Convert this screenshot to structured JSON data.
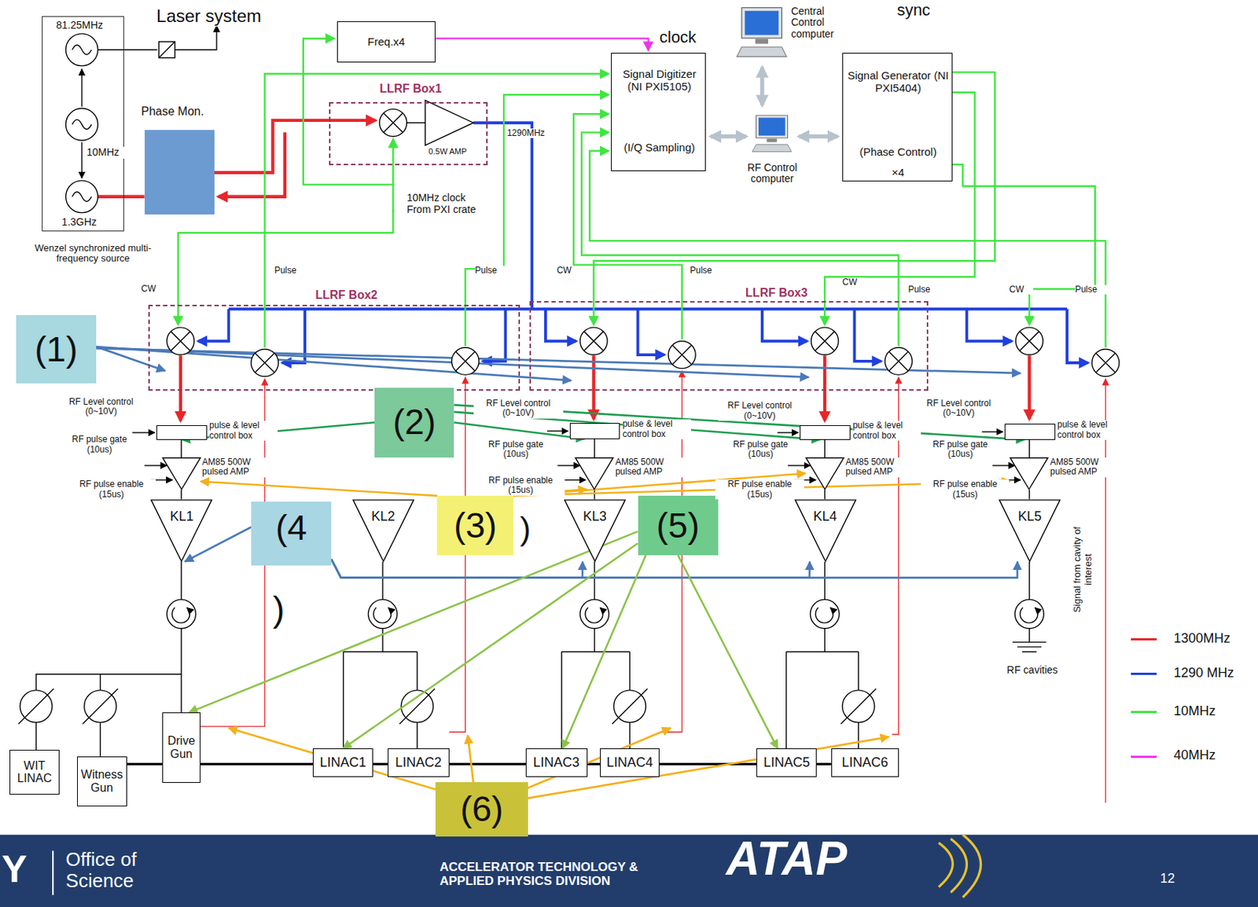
{
  "diagram": {
    "nodes": [
      {
        "text": [
          "Wenzel synchronized multi-frequency source"
        ]
      },
      {
        "text": [
          "Phase Mon."
        ]
      },
      {
        "text": [
          "Freq.x4"
        ]
      },
      {
        "text": [
          "LLRF Box1"
        ]
      },
      {
        "text": [
          "Signal Digitizer (NI PXI5105)",
          "(I/Q Sampling)"
        ]
      },
      {
        "text": [
          "Central Control computer"
        ]
      },
      {
        "text": [
          "RF Control computer"
        ]
      },
      {
        "text": [
          "Signal Generator (NI PXI5404)",
          "(Phase Control)",
          "×4"
        ]
      },
      {
        "text": [
          "LLRF Box2"
        ]
      },
      {
        "text": [
          "LLRF Box3"
        ]
      },
      {
        "text": [
          "pulse & level control box"
        ]
      },
      {
        "text": [
          "pulse & level control box"
        ]
      },
      {
        "text": [
          "pulse & level control box"
        ]
      },
      {
        "text": [
          "pulse & level control box"
        ]
      },
      {
        "text": [
          "AM85 500W pulsed AMP"
        ]
      },
      {
        "text": [
          "AM85 500W pulsed AMP"
        ]
      },
      {
        "text": [
          "AM85 500W pulsed AMP"
        ]
      },
      {
        "text": [
          "AM85 500W pulsed AMP"
        ]
      },
      {
        "text": [
          "KL1"
        ]
      },
      {
        "text": [
          "KL2"
        ]
      },
      {
        "text": [
          "KL3"
        ]
      },
      {
        "text": [
          "KL4"
        ]
      },
      {
        "text": [
          "KL5"
        ]
      },
      {
        "text": [
          "WIT LINAC"
        ]
      },
      {
        "text": [
          "Witness Gun"
        ]
      },
      {
        "text": [
          "Drive Gun"
        ]
      },
      {
        "text": [
          "LINAC1"
        ]
      },
      {
        "text": [
          "LINAC2"
        ]
      },
      {
        "text": [
          "LINAC3"
        ]
      },
      {
        "text": [
          "LINAC4"
        ]
      },
      {
        "text": [
          "LINAC5"
        ]
      },
      {
        "text": [
          "LINAC6"
        ]
      },
      {
        "text": [
          "(1)"
        ]
      },
      {
        "text": [
          "(2)"
        ]
      },
      {
        "text": [
          "(3)"
        ]
      },
      {
        "text": [
          "(4",
          ")"
        ]
      },
      {
        "text": [
          "(5)"
        ]
      },
      {
        "text": [
          "(6)"
        ]
      }
    ],
    "edges": [
      {
        "from": 33,
        "to": 10,
        "arrow": "to"
      },
      {
        "from": 33,
        "to": 11,
        "arrow": "to"
      },
      {
        "from": 33,
        "to": 12,
        "arrow": "to"
      },
      {
        "from": 33,
        "to": 13,
        "arrow": "to"
      },
      {
        "from": 34,
        "to": 14,
        "arrow": "to"
      },
      {
        "from": 34,
        "to": 15,
        "arrow": "to"
      },
      {
        "from": 34,
        "to": 16,
        "arrow": "to"
      },
      {
        "from": 34,
        "to": 17,
        "arrow": "to"
      },
      {
        "from": 35,
        "to": 18,
        "arrow": "to"
      },
      {
        "from": 35,
        "to": 20,
        "arrow": "to"
      },
      {
        "from": 35,
        "to": 21,
        "arrow": "to"
      },
      {
        "from": 35,
        "to": 22,
        "arrow": "to"
      },
      {
        "from": 36,
        "to": 25,
        "arrow": "to"
      },
      {
        "from": 36,
        "to": 26,
        "arrow": "to"
      },
      {
        "from": 36,
        "to": 28,
        "arrow": "to"
      },
      {
        "from": 36,
        "to": 30,
        "arrow": "to"
      }
    ],
    "labels": [
      "Laser system",
      "clock",
      "sync",
      "81.25MHz",
      "10MHz",
      "1.3GHz",
      "0.5W AMP",
      "1290MHz",
      "10MHz clock From PXI crate",
      "CW",
      "Pulse",
      "Pulse",
      "CW",
      "Pulse",
      "CW",
      "Pulse",
      "CW",
      "Pulse",
      "RF Level control (0~10V)",
      "RF pulse gate (10us)",
      "RF pulse enable (15us)",
      "RF Level control (0~10V)",
      "RF pulse gate (10us)",
      "RF pulse enable (15us)",
      "RF Level control (0~10V)",
      "RF pulse gate (10us)",
      "RF pulse enable (15us)",
      "RF Level control (0~10V)",
      "RF pulse gate (10us)",
      "RF pulse enable (15us)",
      ")",
      "Signal from cavity of interest",
      "RF cavities",
      "Office of Science",
      "ACCELERATOR TECHNOLOGY & APPLIED PHYSICS DIVISION",
      "ATAP",
      "12",
      "Y"
    ],
    "legend": [
      {
        "text": "1300MHz",
        "color": "#e8262a"
      },
      {
        "text": "1290 MHz",
        "color": "#1f3fe0"
      },
      {
        "text": "10MHz",
        "color": "#3ee63e"
      },
      {
        "text": "40MHz",
        "color": "#ee33ee"
      }
    ]
  }
}
